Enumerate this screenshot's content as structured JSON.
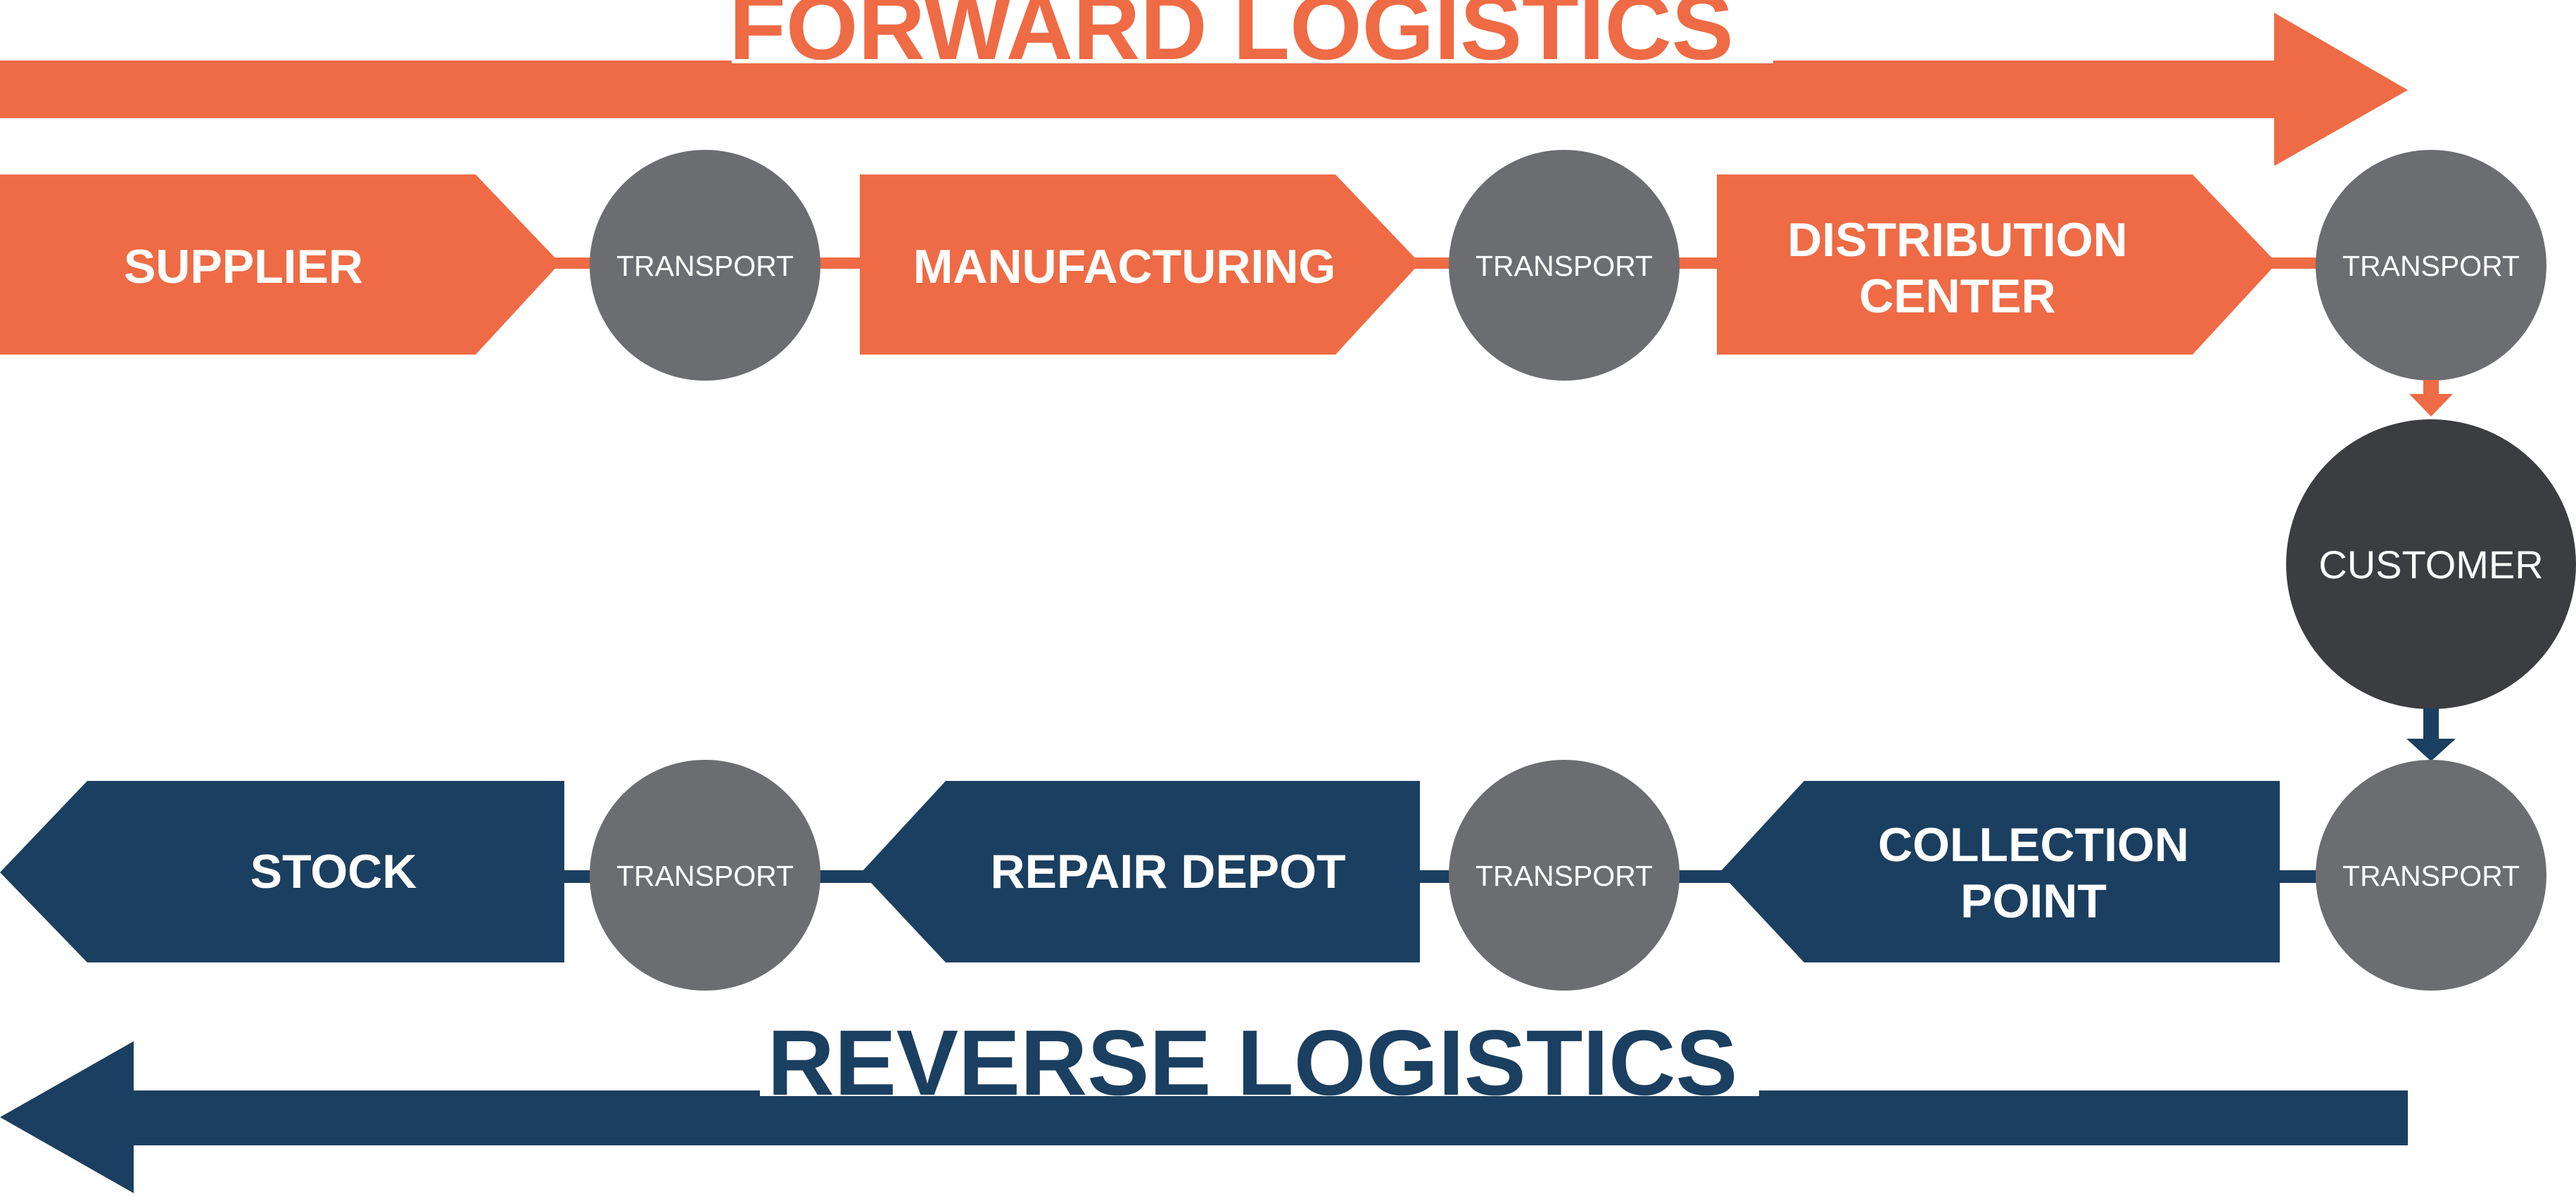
{
  "colors": {
    "forward": "#ee6b45",
    "reverse": "#1b3f60",
    "transport": "#6c6d71",
    "customer": "#3c3d40",
    "text_on_shape": "#ffffff"
  },
  "forward": {
    "title": "FORWARD LOGISTICS",
    "supplier": "SUPPLIER",
    "manufacturing": "MANUFACTURING",
    "distribution_line1": "DISTRIBUTION",
    "distribution_line2": "CENTER"
  },
  "transport_label": "TRANSPORT",
  "customer": "CUSTOMER",
  "reverse": {
    "title": "REVERSE LOGISTICS",
    "stock": "STOCK",
    "repair_depot": "REPAIR DEPOT",
    "collection_line1": "COLLECTION",
    "collection_line2": "POINT"
  }
}
